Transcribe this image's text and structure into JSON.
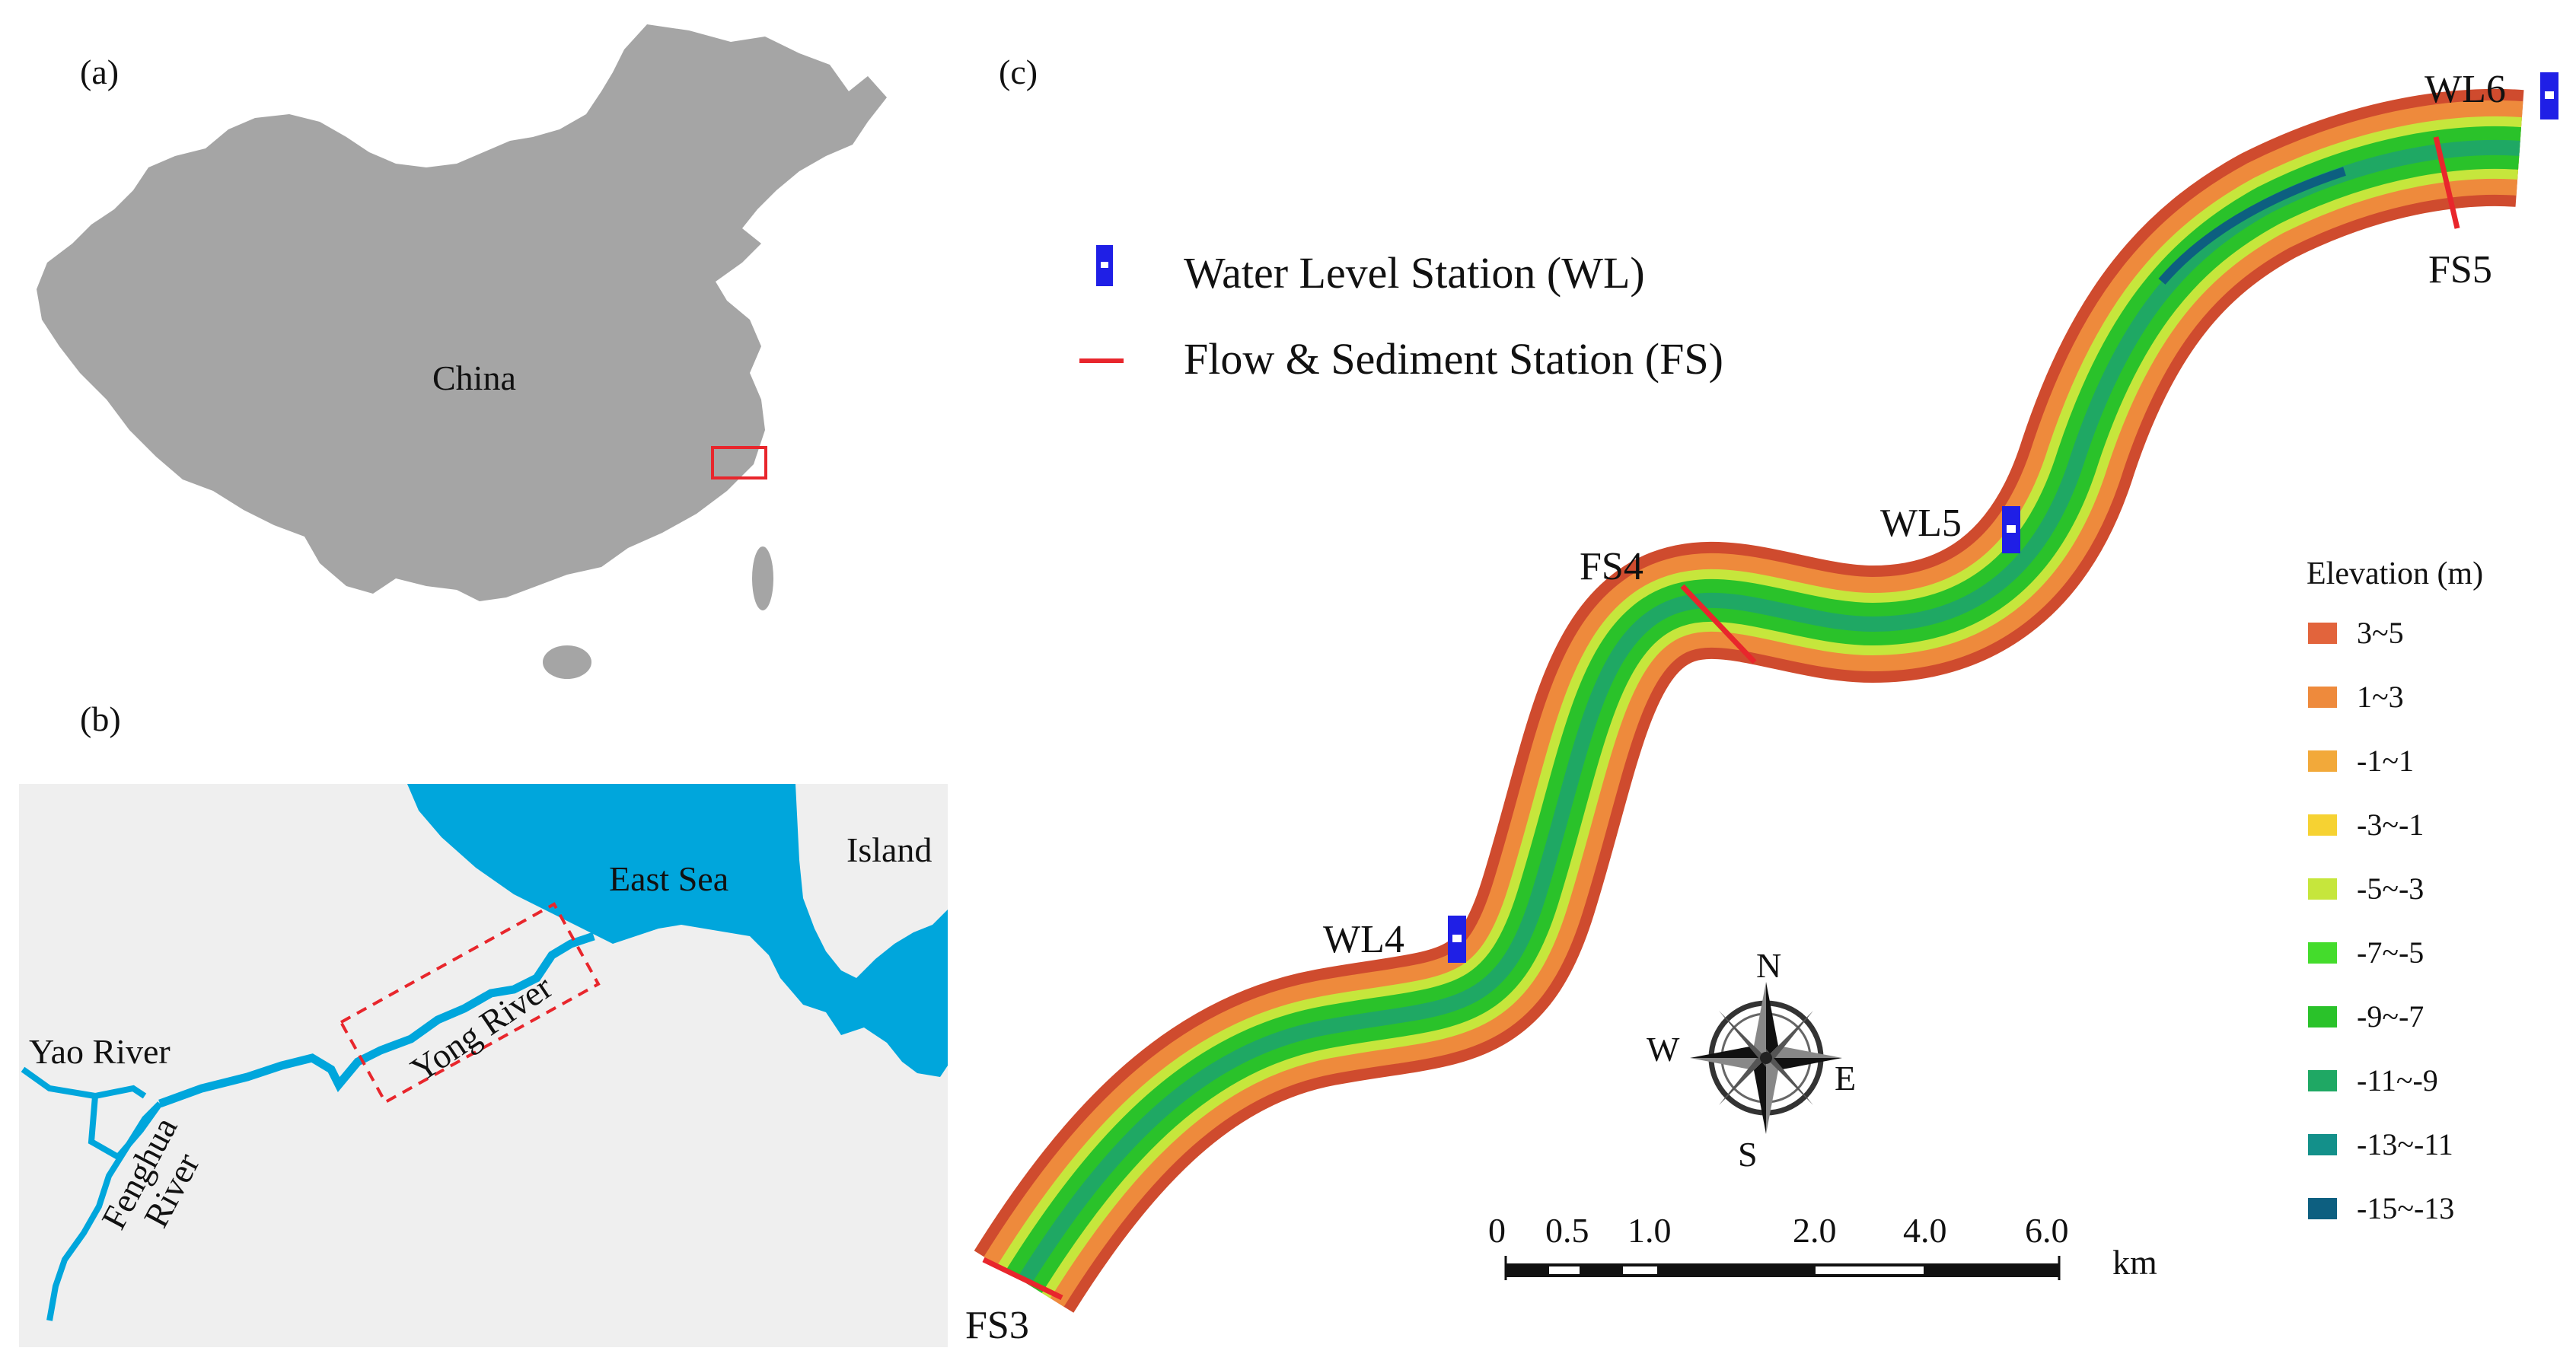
{
  "panels": {
    "a": {
      "letter": "(a)",
      "country_label": "China"
    },
    "b": {
      "letter": "(b)",
      "labels": {
        "sea": "East Sea",
        "island": "Island",
        "yao": "Yao River",
        "yong": "Yong River",
        "fenghua_line1": "Fenghua",
        "fenghua_line2": "River"
      }
    },
    "c": {
      "letter": "(c)",
      "legend": {
        "wl": "Water Level Station (WL)",
        "fs": "Flow & Sediment Station (FS)"
      },
      "stations": {
        "wl4": "WL4",
        "wl5": "WL5",
        "wl6": "WL6",
        "fs3": "FS3",
        "fs4": "FS4",
        "fs5": "FS5"
      },
      "compass": {
        "n": "N",
        "s": "S",
        "e": "E",
        "w": "W"
      },
      "scale": {
        "ticks": [
          "0",
          "0.5",
          "1.0",
          "2.0",
          "4.0",
          "6.0"
        ],
        "unit": "km"
      },
      "elevation_legend": {
        "title": "Elevation (m)",
        "classes": [
          {
            "label": "3~5",
            "color": "#e2643c"
          },
          {
            "label": "1~3",
            "color": "#ee8a3c"
          },
          {
            "label": "-1~1",
            "color": "#f2a93a"
          },
          {
            "label": "-3~-1",
            "color": "#f6d232"
          },
          {
            "label": "-5~-3",
            "color": "#c6e63c"
          },
          {
            "label": "-7~-5",
            "color": "#44dc2c"
          },
          {
            "label": "-9~-7",
            "color": "#2ac22a"
          },
          {
            "label": "-11~-9",
            "color": "#1fa864"
          },
          {
            "label": "-13~-11",
            "color": "#13908a"
          },
          {
            "label": "-15~-13",
            "color": "#0d5f80"
          }
        ]
      }
    }
  },
  "colors": {
    "land_gray": "#a5a5a5",
    "sea_blue": "#00a6dc",
    "bg_light": "#efefef",
    "highlight_red": "#e8262c",
    "station_blue": "#1f1fe6"
  }
}
